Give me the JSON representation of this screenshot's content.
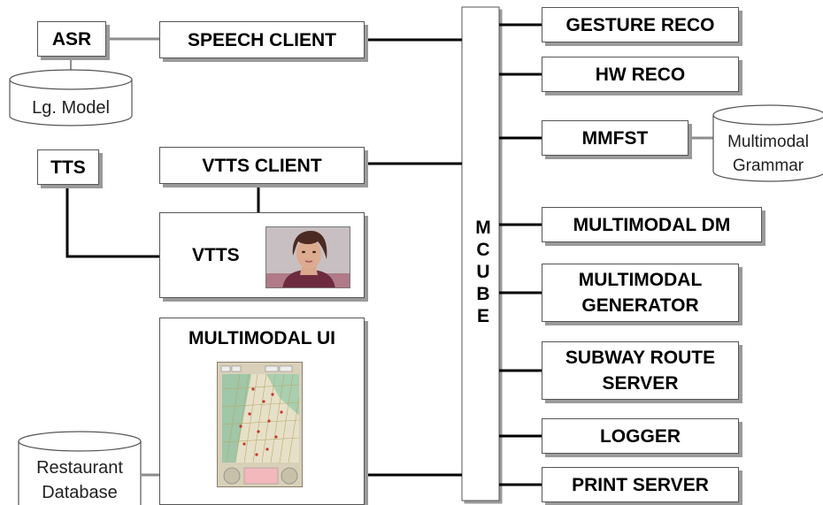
{
  "boxes": {
    "asr": "ASR",
    "speech_client": "SPEECH CLIENT",
    "tts": "TTS",
    "vtts_client": "VTTS CLIENT",
    "vtts": "VTTS",
    "multimodal_ui": "MULTIMODAL UI",
    "gesture_reco": "GESTURE RECO",
    "hw_reco": "HW RECO",
    "mmfst": "MMFST",
    "multimodal_dm": "MULTIMODAL DM",
    "multimodal_generator": [
      "MULTIMODAL",
      "GENERATOR"
    ],
    "subway_route_server": [
      "SUBWAY ROUTE",
      "SERVER"
    ],
    "logger": "LOGGER",
    "print_server": "PRINT SERVER"
  },
  "bus_letters": [
    "M",
    "C",
    "U",
    "B",
    "E"
  ],
  "databases": {
    "lg_model": [
      "Lg. Model"
    ],
    "multimodal_grammar": [
      "Multimodal",
      "Grammar"
    ],
    "restaurant_database": [
      "Restaurant",
      "Database"
    ]
  },
  "pictures": {
    "avatar": "talking-head-photo",
    "map": "map-tablet-screenshot"
  },
  "colors": {
    "line": "#000000",
    "box_border": "#555555",
    "shadow": "#9a9a9a",
    "connector_gray": "#8c8c8c"
  }
}
